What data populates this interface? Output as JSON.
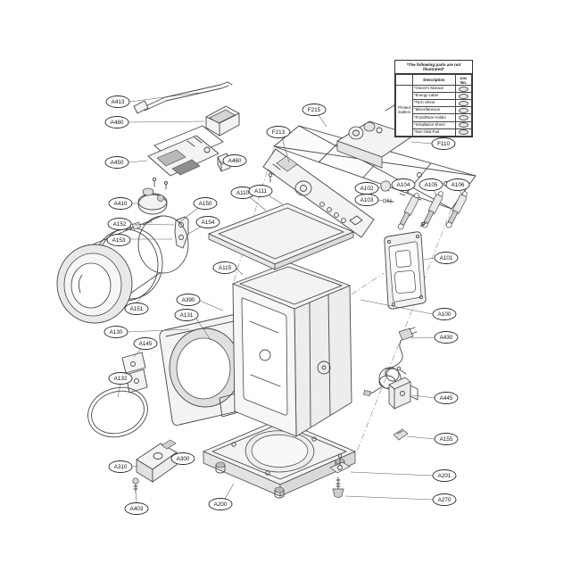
{
  "diagram": {
    "type": "exploded-parts-diagram",
    "subject": "front-load washing machine exploded view",
    "colors": {
      "background": "#ffffff",
      "line": "#474747",
      "text": "#111111"
    }
  },
  "table": {
    "title": "*The following parts are not illustrated*",
    "group": "Printed matters",
    "headers": [
      "Description",
      "Loc No."
    ],
    "rows": [
      "*Owner's Manual",
      "*Energy Label",
      "*Tech Sheet",
      "*Miscellaneous",
      "*Front/Rear Holder",
      "*Installation Sheet",
      "*Non-Skid Pad"
    ]
  },
  "labels": [
    {
      "id": "A413"
    },
    {
      "id": "A480"
    },
    {
      "id": "A450"
    },
    {
      "id": "A460"
    },
    {
      "id": "A410"
    },
    {
      "id": "A152"
    },
    {
      "id": "A153"
    },
    {
      "id": "A150"
    },
    {
      "id": "A154"
    },
    {
      "id": "A151"
    },
    {
      "id": "A130"
    },
    {
      "id": "A145"
    },
    {
      "id": "A132"
    },
    {
      "id": "A390"
    },
    {
      "id": "A131"
    },
    {
      "id": "A115"
    },
    {
      "id": "A110"
    },
    {
      "id": "A111"
    },
    {
      "id": "F213"
    },
    {
      "id": "F215"
    },
    {
      "id": "F110"
    },
    {
      "id": "A102"
    },
    {
      "id": "A103"
    },
    {
      "id": "A104"
    },
    {
      "id": "A105"
    },
    {
      "id": "A106"
    },
    {
      "id": "A101"
    },
    {
      "id": "A100"
    },
    {
      "id": "A430"
    },
    {
      "id": "A445"
    },
    {
      "id": "A155"
    },
    {
      "id": "A201"
    },
    {
      "id": "A270"
    },
    {
      "id": "A310"
    },
    {
      "id": "A300"
    },
    {
      "id": "A403"
    },
    {
      "id": "A200"
    }
  ]
}
